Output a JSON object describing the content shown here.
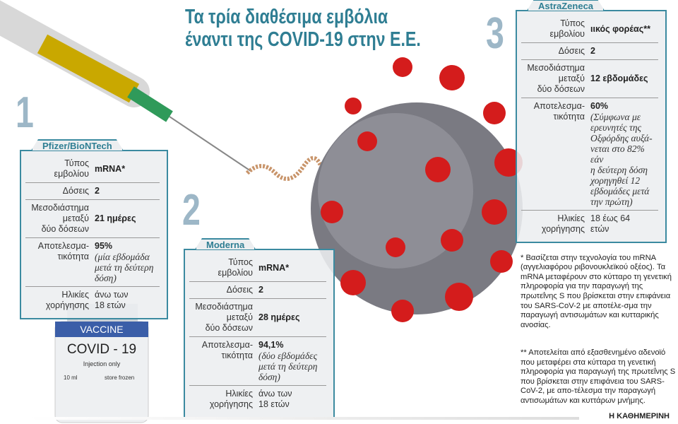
{
  "title": "Τα τρία διαθέσιμα εμβόλια\nέναντι της COVID-19 στην Ε.Ε.",
  "numbers": [
    "1",
    "2",
    "3"
  ],
  "boxes": [
    {
      "name": "Pfizer/BioNTech",
      "rows": [
        {
          "label": "Τύπος\nεμβολίου",
          "value": "mRNA*",
          "note": ""
        },
        {
          "label": "Δόσεις",
          "value": "2",
          "note": ""
        },
        {
          "label": "Μεσοδιάστημα\nμεταξύ\nδύο δόσεων",
          "value": "21 ημέρες",
          "note": ""
        },
        {
          "label": "Αποτελεσμα-\nτικότητα",
          "value": "95%",
          "note": "(μία εβδομάδα\nμετά τη δεύτερη\nδόση)"
        },
        {
          "label": "Ηλικίες\nχορήγησης",
          "value": "",
          "note": "άνω των\n18 ετών"
        }
      ]
    },
    {
      "name": "Moderna",
      "rows": [
        {
          "label": "Τύπος\nεμβολίου",
          "value": "mRNA*",
          "note": ""
        },
        {
          "label": "Δόσεις",
          "value": "2",
          "note": ""
        },
        {
          "label": "Μεσοδιάστημα\nμεταξύ\nδύο δόσεων",
          "value": "28 ημέρες",
          "note": ""
        },
        {
          "label": "Αποτελεσμα-\nτικότητα",
          "value": "94,1%",
          "note": "(δύο εβδομάδες\nμετά τη δεύτερη\nδόση)"
        },
        {
          "label": "Ηλικίες\nχορήγησης",
          "value": "",
          "note": "άνω των\n18 ετών"
        }
      ]
    },
    {
      "name": "AstraZeneca",
      "rows": [
        {
          "label": "Τύπος\nεμβολίου",
          "value": "ιικός φορέας**",
          "note": ""
        },
        {
          "label": "Δόσεις",
          "value": "2",
          "note": ""
        },
        {
          "label": "Μεσοδιάστημα\nμεταξύ\nδύο δόσεων",
          "value": "12 εβδομάδες",
          "note": ""
        },
        {
          "label": "Αποτελεσμα-\nτικότητα",
          "value": "60%",
          "note": "(Σύμφωνα με\nερευνητές της\nΟξφόρδης αυξά-\nνεται στο 82% εάν\nη δεύτερη δόση\nχορηγηθεί 12\nεβδομάδες μετά\nτην πρώτη)"
        },
        {
          "label": "Ηλικίες\nχορήγησης",
          "value": "",
          "note": "18 έως 64\nετών"
        }
      ]
    }
  ],
  "notes": [
    "* Βασίζεται στην τεχνολογία του mRNA (αγγελιαφόρου ριβονουκλεϊκού οξέος). Τα mRNA μεταφέρουν στο κύτταρο τη γενετική πληροφορία για την παραγωγή της πρωτεΐνης S που βρίσκεται στην επιφάνεια του SARS-CoV-2 με αποτέλε-σμα την παραγωγή αντισωμάτων και κυτταρικής ανοσίας.",
    "** Αποτελείται από εξασθενημένο αδενοϊό που μεταφέρει στα κύτταρα τη γενετική πληροφορία για παραγωγή της πρωτεΐνης S που βρίσκεται στην επιφάνεια του SARS-CoV-2, με απο-τέλεσμα την παραγωγή αντισωμάτων και κυττάρων μνήμης."
  ],
  "vial": {
    "brand": "VACCINE",
    "name": "COVID - 19",
    "sub": "Injection only",
    "volume": "10 ml",
    "storage": "store frozen"
  },
  "logo": "Η ΚΑΘΗΜΕΡΙΝΗ",
  "colors": {
    "accent": "#2f7e93",
    "border": "#3b8aa0",
    "number": "#9db7c7",
    "virus": "#7a7a82",
    "spike": "#d41c1c"
  }
}
